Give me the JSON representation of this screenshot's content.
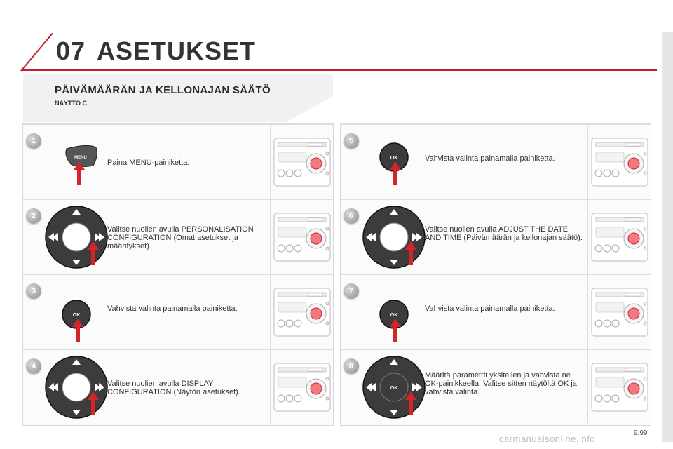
{
  "header": {
    "chapter_number": "07",
    "chapter_title": "ASETUKSET"
  },
  "section": {
    "title": "PÄIVÄMÄÄRÄN JA KELLONAJAN SÄÄTÖ",
    "subtitle": "NÄYTTÖ C"
  },
  "steps": [
    {
      "number": "1",
      "text": "Paina MENU-painiketta.",
      "control": "menu-button-icon",
      "label": "MENU"
    },
    {
      "number": "2",
      "text": "Valitse nuolien avulla PERSONALISATION CONFIGURATION (Omat asetukset ja määritykset).",
      "control": "navigation-pad-icon",
      "label": ""
    },
    {
      "number": "3",
      "text": "Vahvista valinta painamalla painiketta.",
      "control": "ok-button-icon",
      "label": "OK"
    },
    {
      "number": "4",
      "text": "Valitse nuolien avulla DISPLAY CONFIGURATION (Näytön asetukset).",
      "control": "navigation-pad-icon",
      "label": ""
    },
    {
      "number": "5",
      "text": "Vahvista valinta painamalla painiketta.",
      "control": "ok-button-icon",
      "label": "OK"
    },
    {
      "number": "6",
      "text": "Valitse nuolien avulla ADJUST THE DATE AND TIME (Päivämäärän ja kellonajan säätö).",
      "control": "navigation-pad-icon",
      "label": ""
    },
    {
      "number": "7",
      "text": "Vahvista valinta painamalla painiketta.",
      "control": "ok-button-icon",
      "label": "OK"
    },
    {
      "number": "8",
      "text": "Määritä parametrit yksitellen ja vahvista ne OK-painikkeella. Valitse sitten näytöltä OK ja vahvista valinta.",
      "control": "navigation-pad-ok-icon",
      "label": "OK"
    }
  ],
  "footer": {
    "page_number": "9.99"
  },
  "watermark": "carmanualsonline.info",
  "colors": {
    "accent": "#c01f27",
    "badge": "#9a9a9a",
    "arrow": "#d3242c",
    "pad": "#3c3c3c"
  }
}
